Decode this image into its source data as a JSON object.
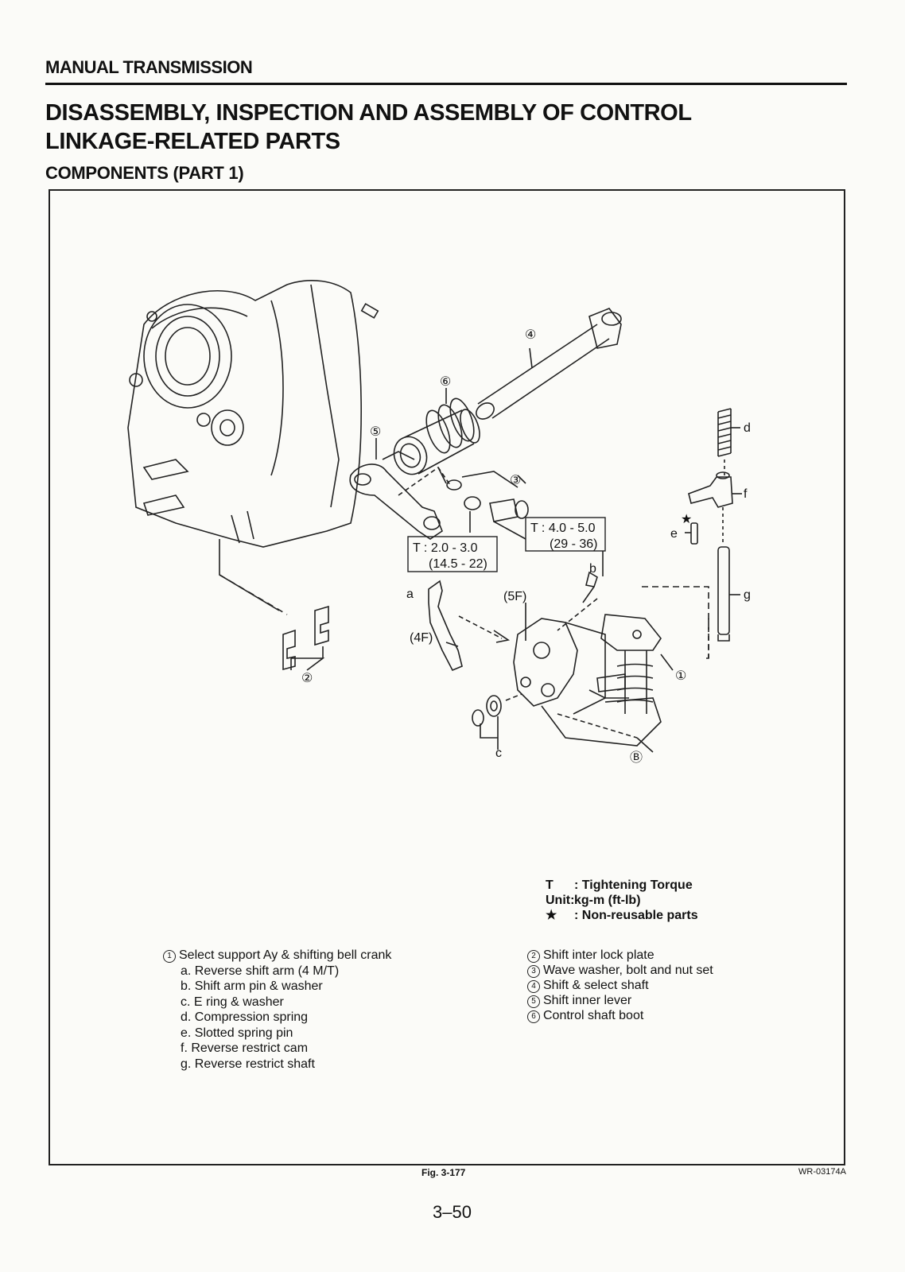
{
  "header": {
    "section": "MANUAL TRANSMISSION",
    "title_line1": "DISASSEMBLY, INSPECTION AND ASSEMBLY OF CONTROL",
    "title_line2": "LINKAGE-RELATED PARTS",
    "subtitle": "COMPONENTS (PART 1)"
  },
  "diagram": {
    "callouts": {
      "n1": "①",
      "n2": "②",
      "n3": "③",
      "n4": "④",
      "n5": "⑤",
      "n6": "⑥",
      "nB": "Ⓑ",
      "a": "a",
      "b": "b",
      "c": "c",
      "d": "d",
      "e": "e",
      "f": "f",
      "g": "g",
      "f5": "(5F)",
      "f4": "(4F)",
      "star": "★"
    },
    "torque1": {
      "line1": "T : 2.0 - 3.0",
      "line2": "(14.5 - 22)"
    },
    "torque2": {
      "line1": "T : 4.0 - 5.0",
      "line2": "(29 - 36)"
    }
  },
  "legend": [
    {
      "key": "T",
      "text": ": Tightening Torque"
    },
    {
      "key": "Unit:",
      "text": "kg-m (ft-lb)"
    },
    {
      "key": "★",
      "text": ": Non-reusable parts"
    }
  ],
  "parts_left": {
    "main": {
      "num": "1",
      "text": "Select support Ay & shifting bell crank"
    },
    "subs": [
      "a. Reverse shift arm (4 M/T)",
      "b. Shift arm pin & washer",
      "c. E ring & washer",
      "d. Compression spring",
      "e. Slotted spring pin",
      "f.  Reverse restrict cam",
      "g. Reverse restrict shaft"
    ]
  },
  "parts_right": [
    {
      "num": "2",
      "text": "Shift inter lock plate"
    },
    {
      "num": "3",
      "text": "Wave washer, bolt and nut set"
    },
    {
      "num": "4",
      "text": "Shift & select shaft"
    },
    {
      "num": "5",
      "text": "Shift inner lever"
    },
    {
      "num": "6",
      "text": "Control shaft boot"
    }
  ],
  "footer": {
    "fig": "Fig. 3-177",
    "code": "WR-03174A",
    "page": "3–50"
  }
}
